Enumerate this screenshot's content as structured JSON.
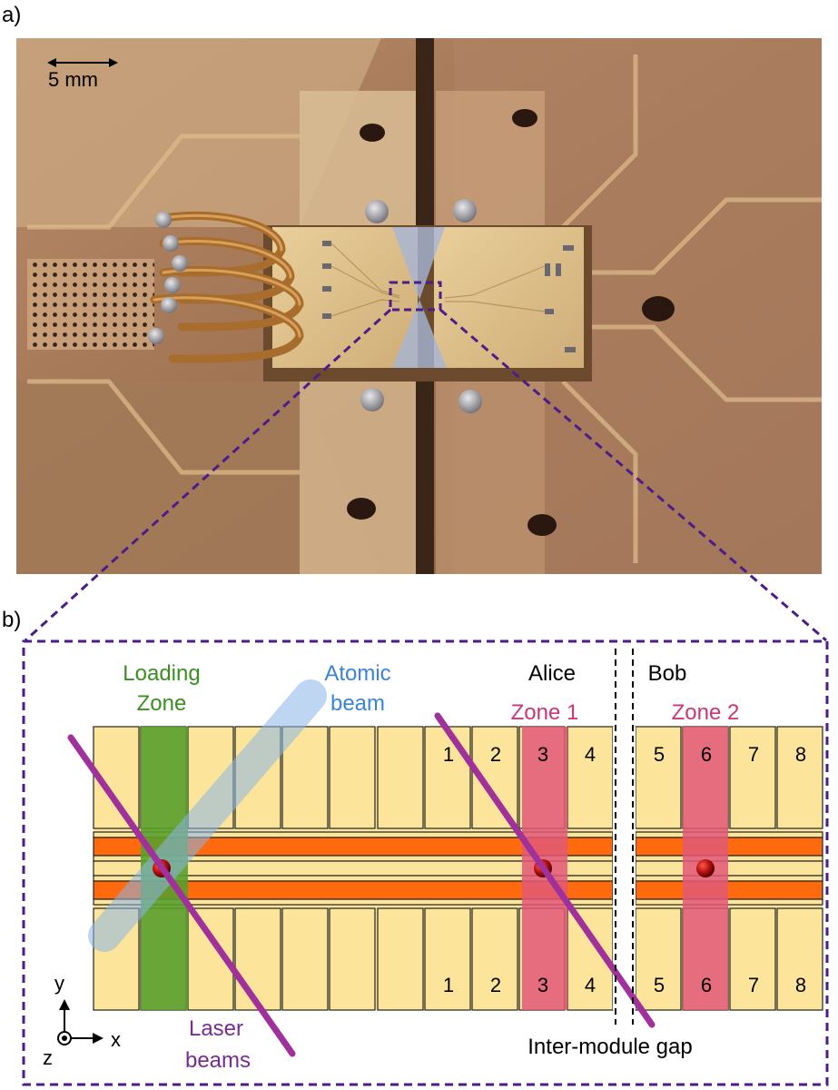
{
  "panel_a": {
    "label": "a)",
    "scale_bar": "5 mm"
  },
  "panel_b": {
    "label": "b)",
    "loading_zone": [
      "Loading",
      "Zone"
    ],
    "atomic_beam": [
      "Atomic",
      "beam"
    ],
    "alice": "Alice",
    "bob": "Bob",
    "zone1": "Zone 1",
    "zone2": "Zone 2",
    "electrode_numbers": [
      "1",
      "2",
      "3",
      "4",
      "5",
      "6",
      "7",
      "8"
    ],
    "laser_beams": [
      "Laser",
      "beams"
    ],
    "gap_label": "Inter-module gap",
    "axes": {
      "y": "y",
      "x": "x",
      "z": "z"
    }
  },
  "colors": {
    "purple_dashed": "#4b1c8a",
    "electrode": "#fce59a",
    "rf_rail": "#ff6a0e",
    "loading_zone": "#5a9e2c",
    "zone_highlight": "#e05878",
    "laser": "#a0309c",
    "atomic_beam": "#8ab6e8",
    "loading_text": "#3a8f22",
    "zone_text": "#c8357a",
    "atomic_text": "#3b83d6",
    "laser_text": "#7a2b92"
  }
}
